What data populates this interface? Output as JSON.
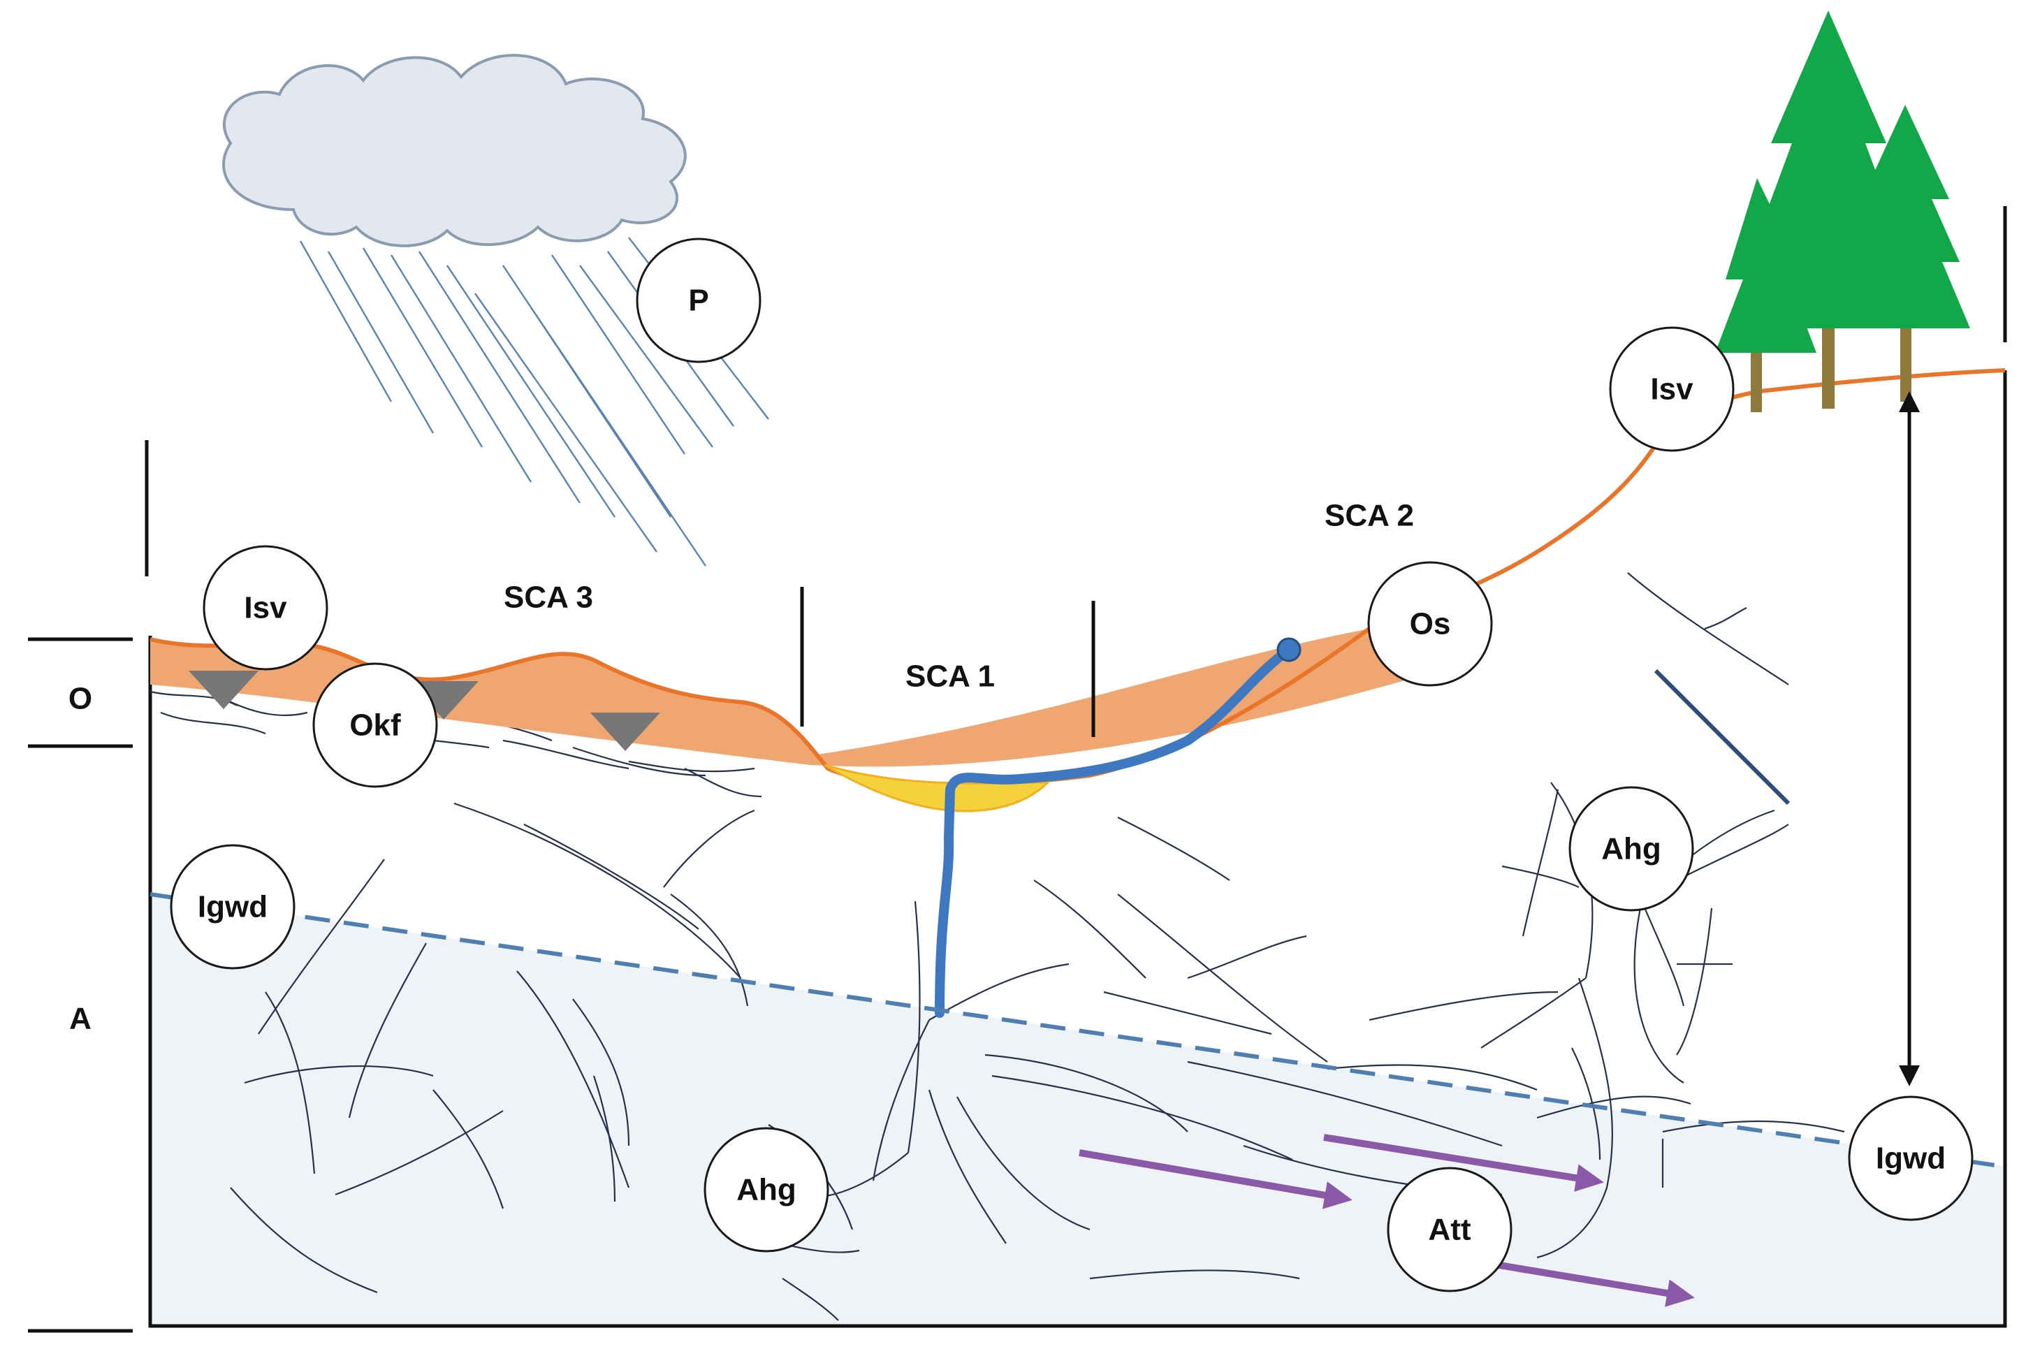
{
  "sections": {
    "sca1": "SCA 1",
    "sca2": "SCA 2",
    "sca3": "SCA 3"
  },
  "zones": {
    "o": "O",
    "a": "A"
  },
  "nodes": {
    "p": "P",
    "isv_left": "Isv",
    "isv_right": "Isv",
    "okf": "Okf",
    "os": "Os",
    "igwd_left": "Igwd",
    "igwd_right": "Igwd",
    "ahg_left": "Ahg",
    "ahg_right": "Ahg",
    "att": "Att"
  },
  "colors": {
    "soil": "#f0a670",
    "surface_line": "#e8752a",
    "stream": "#3d78c0",
    "pond": "#f5d13b",
    "water_table": "#4f7fb0",
    "groundwater": "#eef3f8",
    "flow_arrow": "#8a5aa8",
    "tree": "#12a84a",
    "trunk": "#8d7a3c",
    "cloud": "#e3e8ee"
  },
  "icons": [
    "cloud-icon",
    "rain-icon",
    "tree-icon",
    "water-table-marker-icon"
  ]
}
